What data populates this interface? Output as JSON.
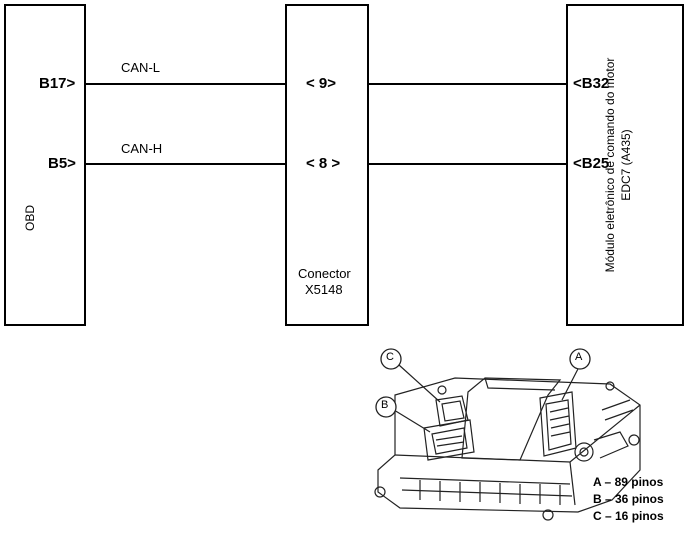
{
  "obd": {
    "title": "OBD",
    "pins": [
      "B17>",
      "B5>"
    ]
  },
  "wires": {
    "can_l": "CAN-L",
    "can_h": "CAN-H"
  },
  "connector": {
    "pins": [
      "< 9>",
      "< 8 >"
    ],
    "name": "Conector",
    "code": "X5148"
  },
  "ecu": {
    "title_line1": "Módulo eletrônico de comando do motor",
    "title_line2": "EDC7 (A435)",
    "pins": [
      "<B32",
      "<B25"
    ]
  },
  "illustration": {
    "callouts": [
      "C",
      "B",
      "A"
    ],
    "legend": [
      "A – 89 pinos",
      "B – 36 pinos",
      "C – 16 pinos"
    ]
  }
}
